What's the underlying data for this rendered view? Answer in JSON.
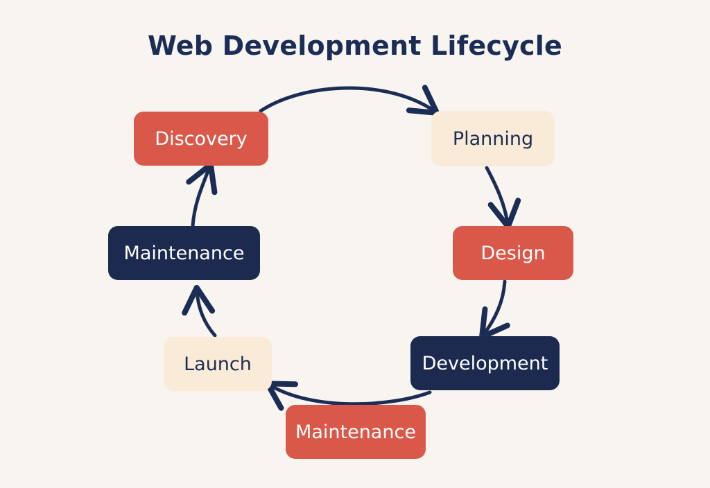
{
  "diagram": {
    "title": "Web Development Lifecycle",
    "stages": [
      {
        "label": "Discovery",
        "style": "red"
      },
      {
        "label": "Planning",
        "style": "cream"
      },
      {
        "label": "Design",
        "style": "red"
      },
      {
        "label": "Development",
        "style": "navy"
      },
      {
        "label": "Maintenance",
        "style": "red"
      },
      {
        "label": "Launch",
        "style": "cream"
      },
      {
        "label": "Maintenance",
        "style": "navy"
      }
    ],
    "flow": "clockwise cycle",
    "colors": {
      "background": "#f8f5f1",
      "red": "#d9584a",
      "navy": "#1c2a50",
      "cream": "#f9ebd7",
      "arrow": "#1c2d55"
    }
  }
}
